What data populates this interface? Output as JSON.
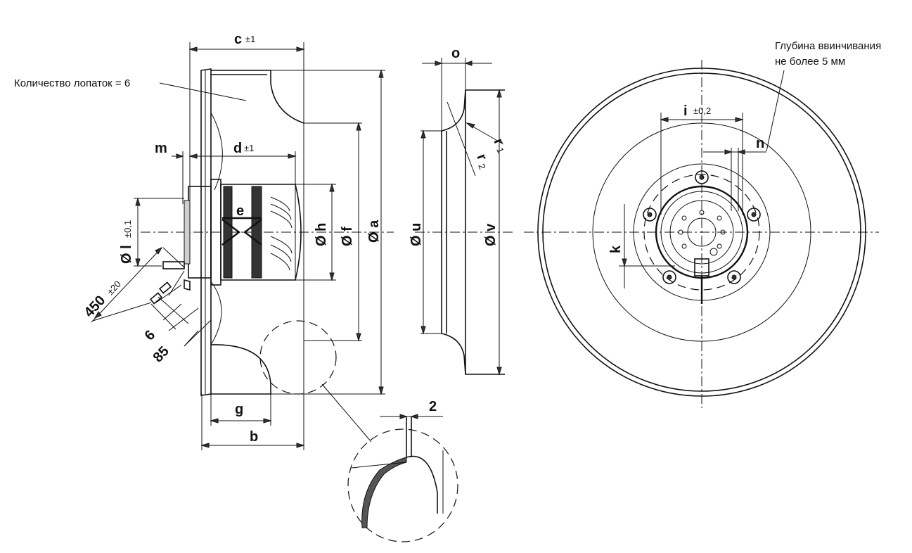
{
  "labels": {
    "c": "c",
    "c_tol": "±1",
    "d": "d",
    "d_tol": "±1",
    "m": "m",
    "e": "e",
    "l": "Ø l",
    "l_tol": "±0,1",
    "len450": "450",
    "len450_tol": "±20",
    "six": "6",
    "eightyfive": "85",
    "h": "Ø h",
    "f": "Ø f",
    "a": "Ø a",
    "g": "g",
    "b": "b",
    "o": "o",
    "r1": "r",
    "r1_sub": "1",
    "r2": "r",
    "r2_sub": "2",
    "u": "Ø u",
    "v": "Ø v",
    "two": "2",
    "i": "i",
    "i_tol": "±0,2",
    "n": "n",
    "k": "k"
  },
  "notes": {
    "blades": "Количество лопаток = 6",
    "depth_line1": "Глубина ввинчивания",
    "depth_line2": "не более 5 мм"
  }
}
